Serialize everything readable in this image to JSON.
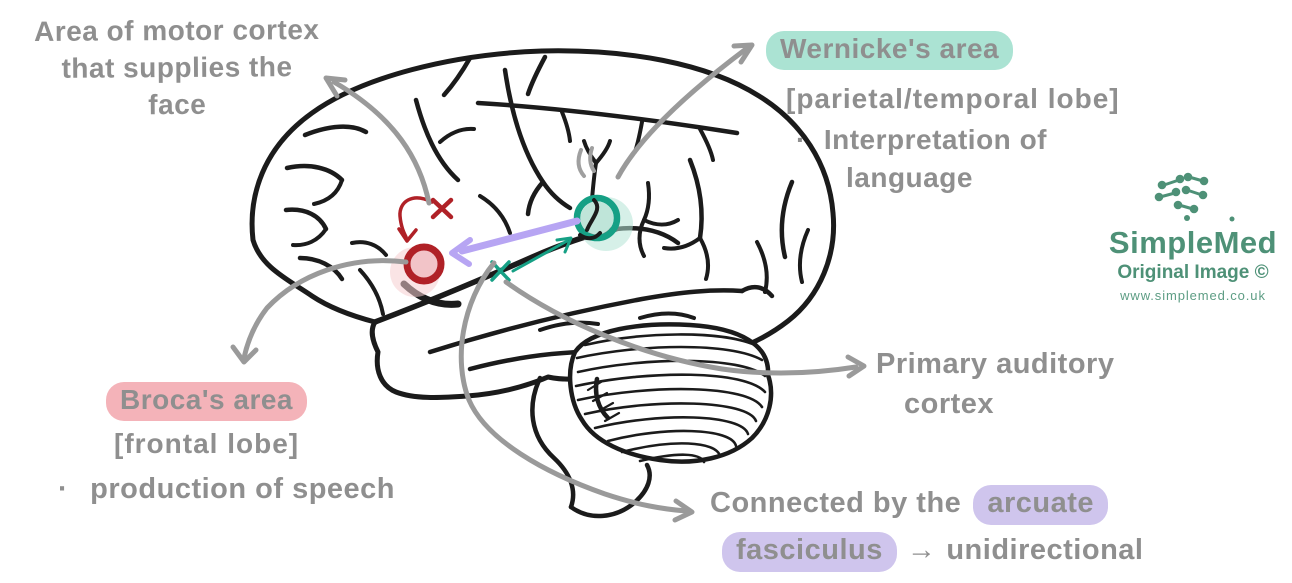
{
  "colors": {
    "background": "#ffffff",
    "ink_black": "#1b1b1b",
    "handwriting_gray": "#8f8f8f",
    "annotation_arrow_gray": "#9a9a9a",
    "broca_red": "#b02127",
    "broca_fill_pink": "#f2c4c8",
    "broca_halo_pink": "#f6cdd0",
    "broca_highlight_pink": "#f4b3b9",
    "wernicke_teal": "#16a085",
    "wernicke_fill": "#bfe5d9",
    "wernicke_halo": "#b5e3d6",
    "wernicke_highlight_mint": "#abe3d3",
    "arcuate_purple": "#b7a5f3",
    "arcuate_highlight_lavender": "#cfc5ed",
    "logo_green": "#4e9177"
  },
  "icons": {
    "logo_mark": "dots-network",
    "inline_arrow": "right-arrow"
  },
  "notes": {
    "motor_cortex": {
      "line1": "Area of motor cortex",
      "line2": "that supplies the",
      "line3": "face"
    },
    "wernicke": {
      "title": "Wernicke's area",
      "lobe": "[parietal/temporal lobe]",
      "bullet": "·",
      "desc_line1": "Interpretation of",
      "desc_line2": "language"
    },
    "broca": {
      "title": "Broca's area",
      "lobe": "[frontal lobe]",
      "bullet": "·",
      "desc": "production of speech"
    },
    "primary_auditory": {
      "line1": "Primary auditory",
      "line2": "cortex"
    },
    "arcuate": {
      "line1_text": "Connected by the",
      "line1_highlight": "arcuate",
      "line2_highlight": "fasciculus",
      "arrow": "→",
      "line2_text": "unidirectional"
    }
  },
  "logo": {
    "name": "SimpleMed",
    "tagline": "Original Image ©",
    "website": "www.simplemed.co.uk"
  }
}
